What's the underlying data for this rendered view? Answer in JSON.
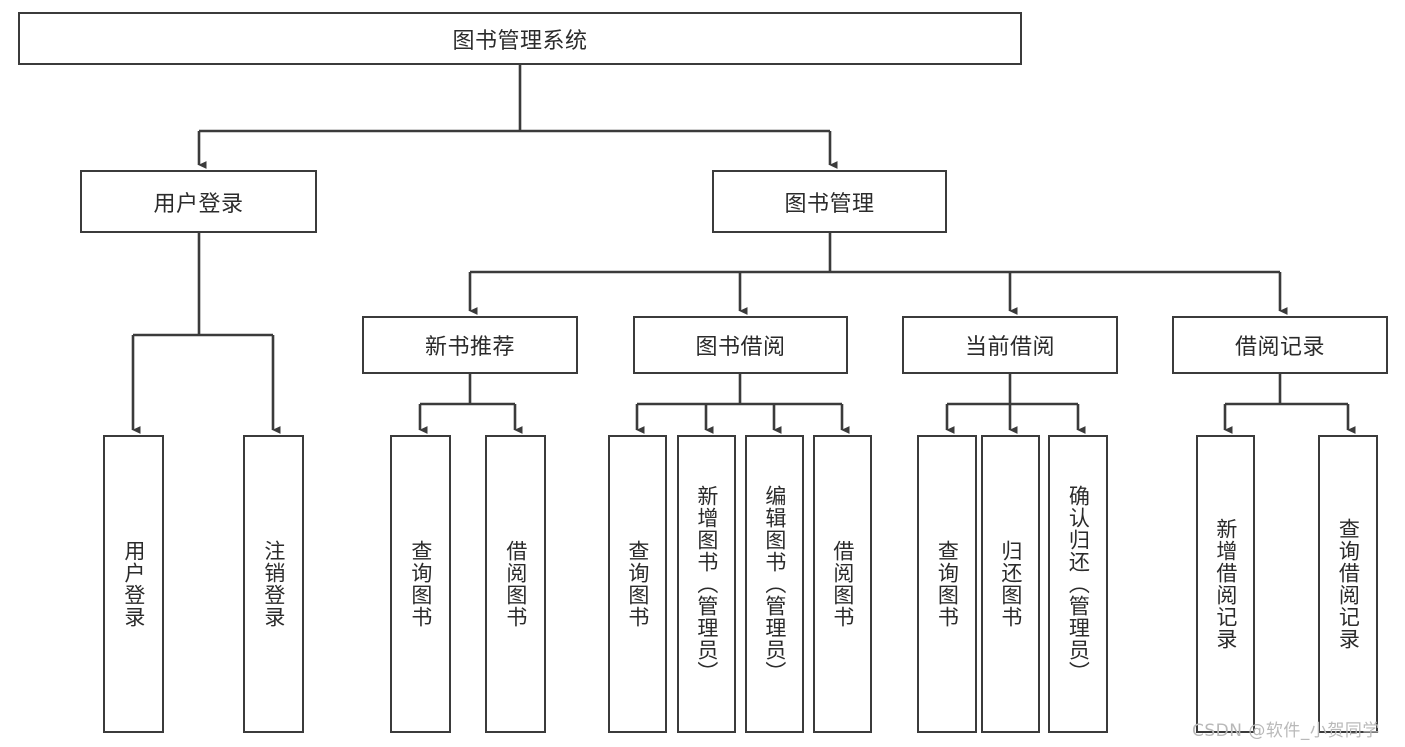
{
  "diagram": {
    "title": "图书管理系统",
    "watermark": "CSDN @软件_小贺同学",
    "colors": {
      "background": "#ffffff",
      "box_border": "#3b3b3b",
      "box_fill": "#ffffff",
      "text": "#2b2b2b",
      "edge": "#3b3b3b",
      "watermark": "#b9b9b9"
    },
    "root": {
      "label": "图书管理系统"
    },
    "level1": [
      {
        "label": "用户登录"
      },
      {
        "label": "图书管理"
      }
    ],
    "level2": [
      {
        "label": "新书推荐"
      },
      {
        "label": "图书借阅"
      },
      {
        "label": "当前借阅"
      },
      {
        "label": "借阅记录"
      }
    ],
    "leaves": {
      "user_login": [
        {
          "label": "用户登录"
        },
        {
          "label": "注销登录"
        }
      ],
      "new_book_recommend": [
        {
          "label": "查询图书"
        },
        {
          "label": "借阅图书"
        }
      ],
      "book_borrow": [
        {
          "label": "查询图书"
        },
        {
          "label": "新增图书（管理员）"
        },
        {
          "label": "编辑图书（管理员）"
        },
        {
          "label": "借阅图书"
        }
      ],
      "current_borrow": [
        {
          "label": "查询图书"
        },
        {
          "label": "归还图书"
        },
        {
          "label": "确认归还（管理员）"
        }
      ],
      "borrow_record": [
        {
          "label": "新增借阅记录"
        },
        {
          "label": "查询借阅记录"
        }
      ]
    }
  }
}
